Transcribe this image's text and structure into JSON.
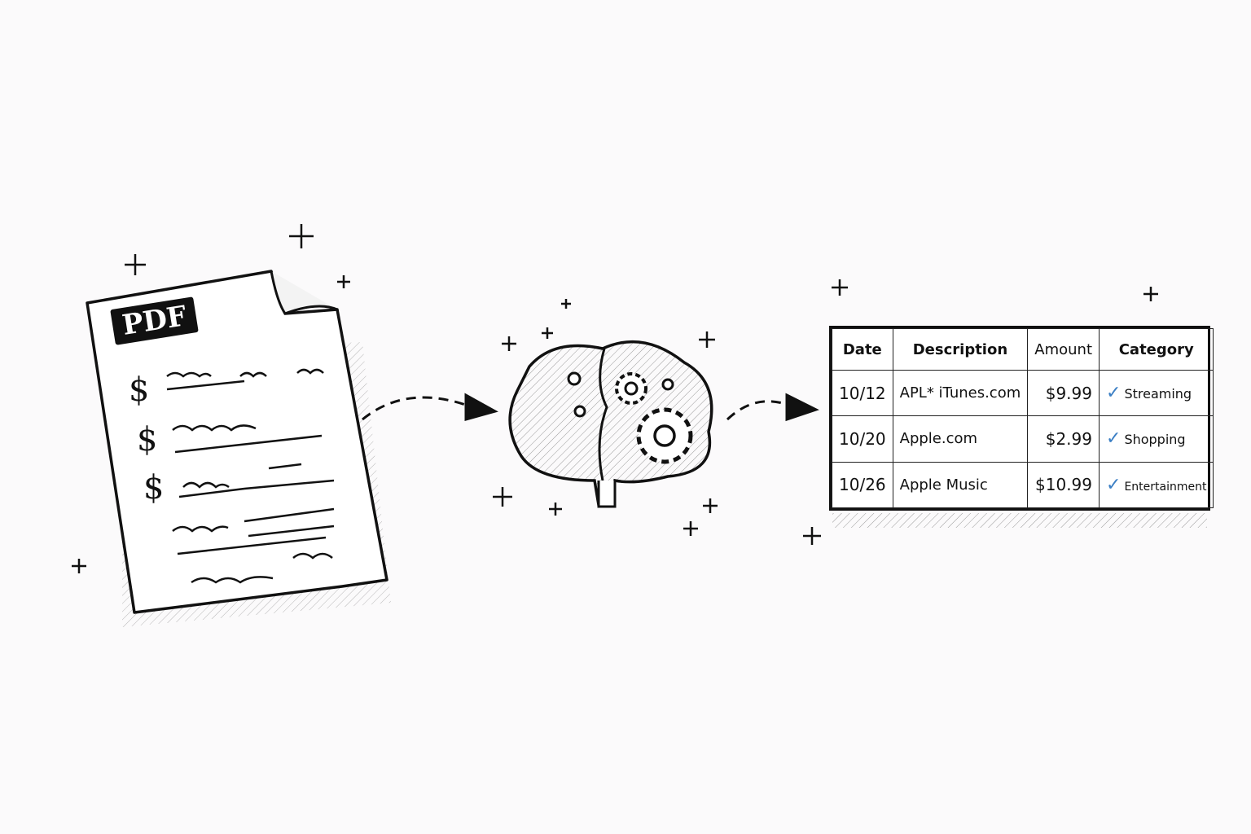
{
  "document": {
    "label": "PDF"
  },
  "table": {
    "headers": [
      "Date",
      "Description",
      "Amount",
      "Category"
    ],
    "rows": [
      {
        "date": "10/12",
        "description": "APL* iTunes.com",
        "amount": "$9.99",
        "category": "Streaming"
      },
      {
        "date": "10/20",
        "description": "Apple.com",
        "amount": "$2.99",
        "category": "Shopping"
      },
      {
        "date": "10/26",
        "description": "Apple Music",
        "amount": "$10.99",
        "category": "Entertainment"
      }
    ],
    "check_color": "#3b7fc4"
  }
}
